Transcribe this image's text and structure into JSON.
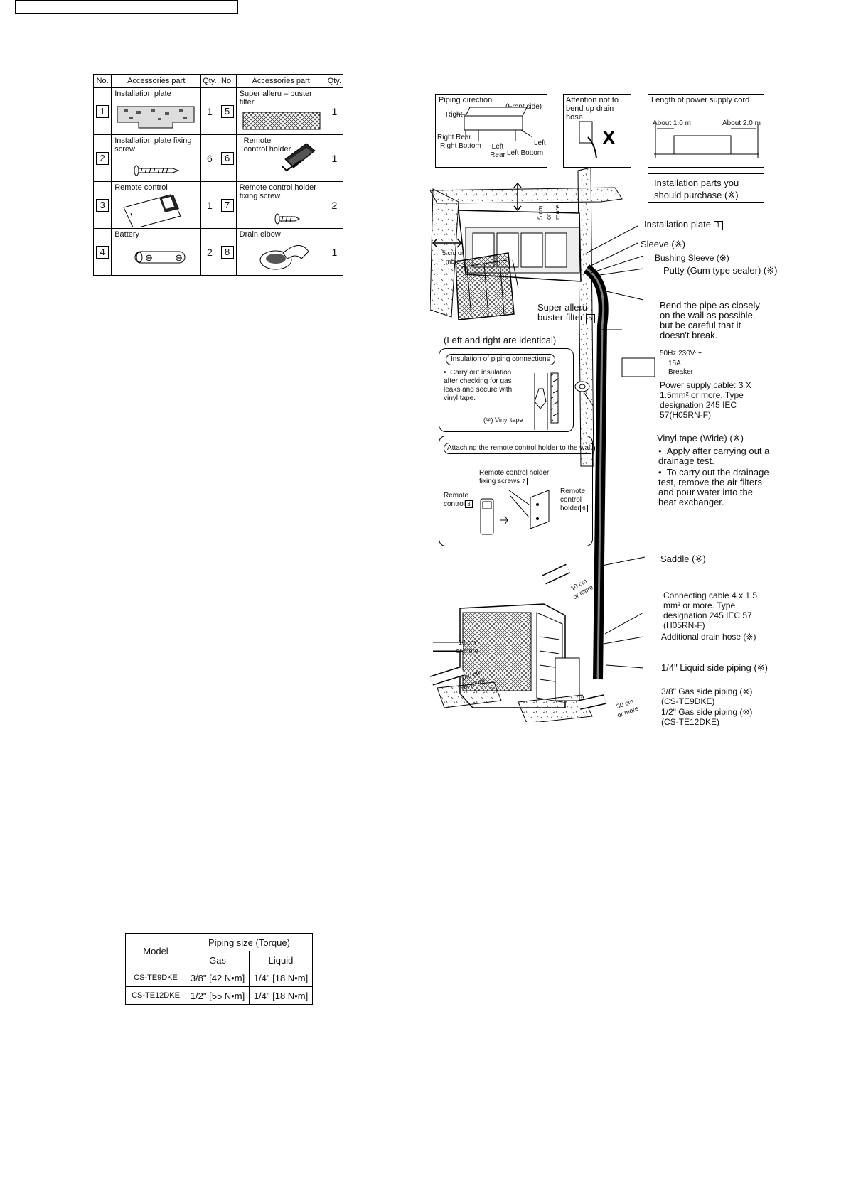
{
  "accessories": {
    "headers": {
      "no": "No.",
      "part": "Accessories part",
      "qty": "Qty."
    },
    "items": [
      {
        "no": "1",
        "name": "Installation plate",
        "qty": "1"
      },
      {
        "no": "2",
        "name": "Installation plate fixing screw",
        "qty": "6"
      },
      {
        "no": "3",
        "name": "Remote control",
        "qty": "1"
      },
      {
        "no": "4",
        "name": "Battery",
        "qty": "2"
      },
      {
        "no": "5",
        "name": "Super alleru – buster filter",
        "qty": "1"
      },
      {
        "no": "6",
        "name": "Remote control holder",
        "qty": "1"
      },
      {
        "no": "7",
        "name": "Remote control holder fixing screw",
        "qty": "2"
      },
      {
        "no": "8",
        "name": "Drain elbow",
        "qty": "1"
      }
    ]
  },
  "piping_table": {
    "model_header": "Model",
    "size_header": "Piping size (Torque)",
    "gas_header": "Gas",
    "liquid_header": "Liquid",
    "rows": [
      {
        "model": "CS-TE9DKE",
        "gas": "3/8\" [42 N•m]",
        "liquid": "1/4\" [18 N•m]"
      },
      {
        "model": "CS-TE12DKE",
        "gas": "1/2\" [55 N•m]",
        "liquid": "1/4\" [18 N•m]"
      }
    ]
  },
  "diagram": {
    "piping_direction": {
      "title": "Piping direction",
      "front_side": "(Front side)",
      "right": "Right",
      "right_rear": "Right Rear",
      "right_bottom": "Right Bottom",
      "left_rear": "Left Rear",
      "left": "Left",
      "left_bottom": "Left Bottom"
    },
    "drain_note": "Attention not to bend up drain hose",
    "cord_length": {
      "title": "Length of power supply cord",
      "about1": "About 1.0 m",
      "about2": "About 2.0 m"
    },
    "purchase_note": "Installation parts you should purchase (※)",
    "labels": {
      "installation_plate": "Installation plate",
      "installation_plate_no": "1",
      "sleeve": "Sleeve (※)",
      "bushing": "Bushing Sleeve (※)",
      "putty": "Putty (Gum type sealer) (※)",
      "bend_pipe": "Bend the pipe as closely on the wall as possible, but be careful that it doesn't break.",
      "super_filter": "Super alleru-buster filter",
      "super_filter_no": "5",
      "five_cm_top": "5 cm or more",
      "five_cm_side": "5 cm or more",
      "left_right_identical": "(Left and right are identical)",
      "power_rating": "50Hz 230V～",
      "breaker": "15A Breaker",
      "power_cable": "Power supply cable: 3 X 1.5mm² or more. Type designation 245 IEC 57(H05RN-F)",
      "vinyl_tape_wide": "Vinyl tape (Wide) (※)",
      "drain_note1": "Apply after carrying out a drainage test.",
      "drain_note2": "To carry out the drainage test, remove the air filters and pour water into the heat exchanger.",
      "saddle": "Saddle (※)",
      "connecting_cable": "Connecting cable 4 x 1.5 mm² or more. Type designation 245 IEC 57 (H05RN-F)",
      "additional_drain": "Additional drain hose (※)",
      "liquid_piping": "1/4\" Liquid side piping (※)",
      "gas_piping_1": "3/8\" Gas side piping (※) (CS-TE9DKE)",
      "gas_piping_2": "1/2\" Gas side piping (※) (CS-TE12DKE)",
      "ten_cm_top": "10 cm or more",
      "ten_cm_left": "10 cm or more",
      "hundred_cm": "100 cm or more",
      "thirty_cm": "30 cm or more"
    },
    "insulation": {
      "title": "Insulation of piping connections",
      "text": "Carry out insulation after checking for gas leaks and secure with vinyl tape.",
      "vinyl_tape": "(※) Vinyl tape"
    },
    "holder": {
      "title": "Attaching the remote control holder to the wall",
      "screws": "Remote control holder fixing screws",
      "screws_no": "7",
      "remote": "Remote control",
      "remote_no": "3",
      "holder": "Remote control holder",
      "holder_no": "6"
    }
  }
}
